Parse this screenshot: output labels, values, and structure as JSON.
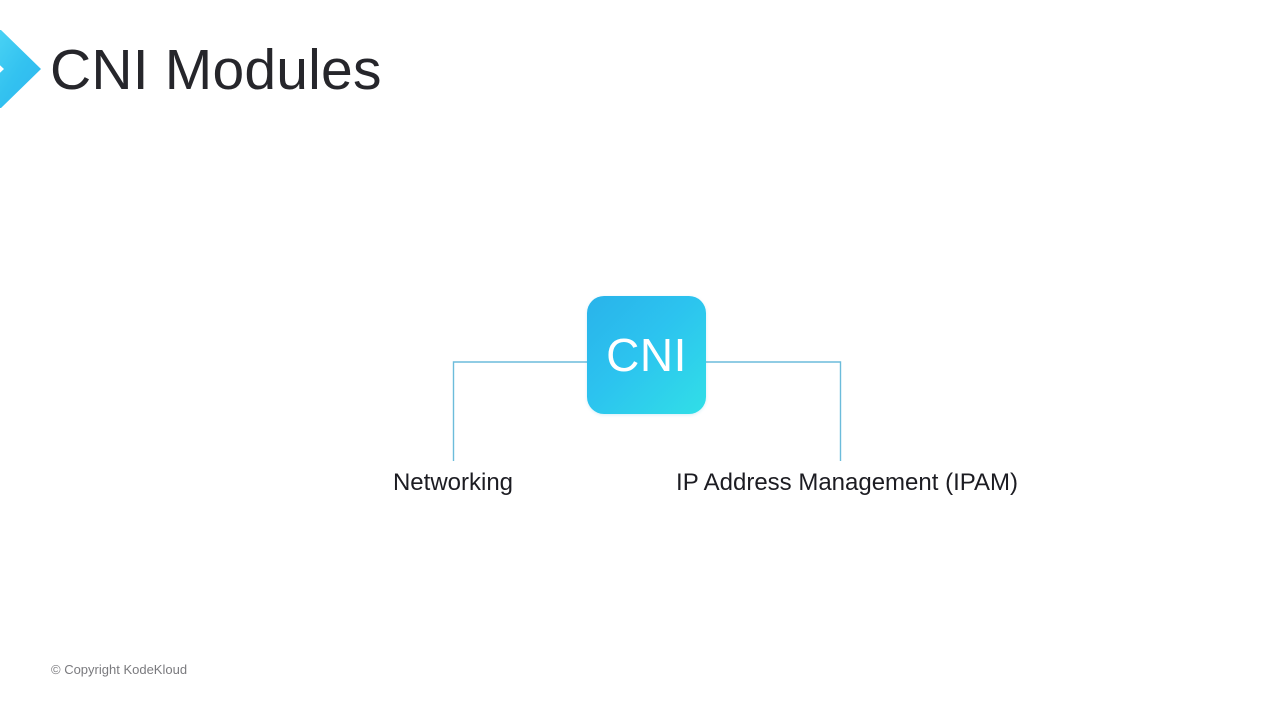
{
  "slide": {
    "title": "CNI Modules",
    "bullet_icon": "chevron-right-icon",
    "background_color": "#ffffff",
    "title_color": "#26262b"
  },
  "diagram": {
    "type": "tree",
    "root": {
      "label": "CNI",
      "shape": "rounded-rectangle",
      "gradient_from": "#29b3ea",
      "gradient_to": "#31dfe7",
      "text_color": "#ffffff"
    },
    "connector_color": "#6cbcdb",
    "children": [
      {
        "label": "Networking"
      },
      {
        "label": "IP Address Management (IPAM)"
      }
    ]
  },
  "footer": {
    "copyright": "© Copyright KodeKloud",
    "color": "#7a7a7e"
  }
}
